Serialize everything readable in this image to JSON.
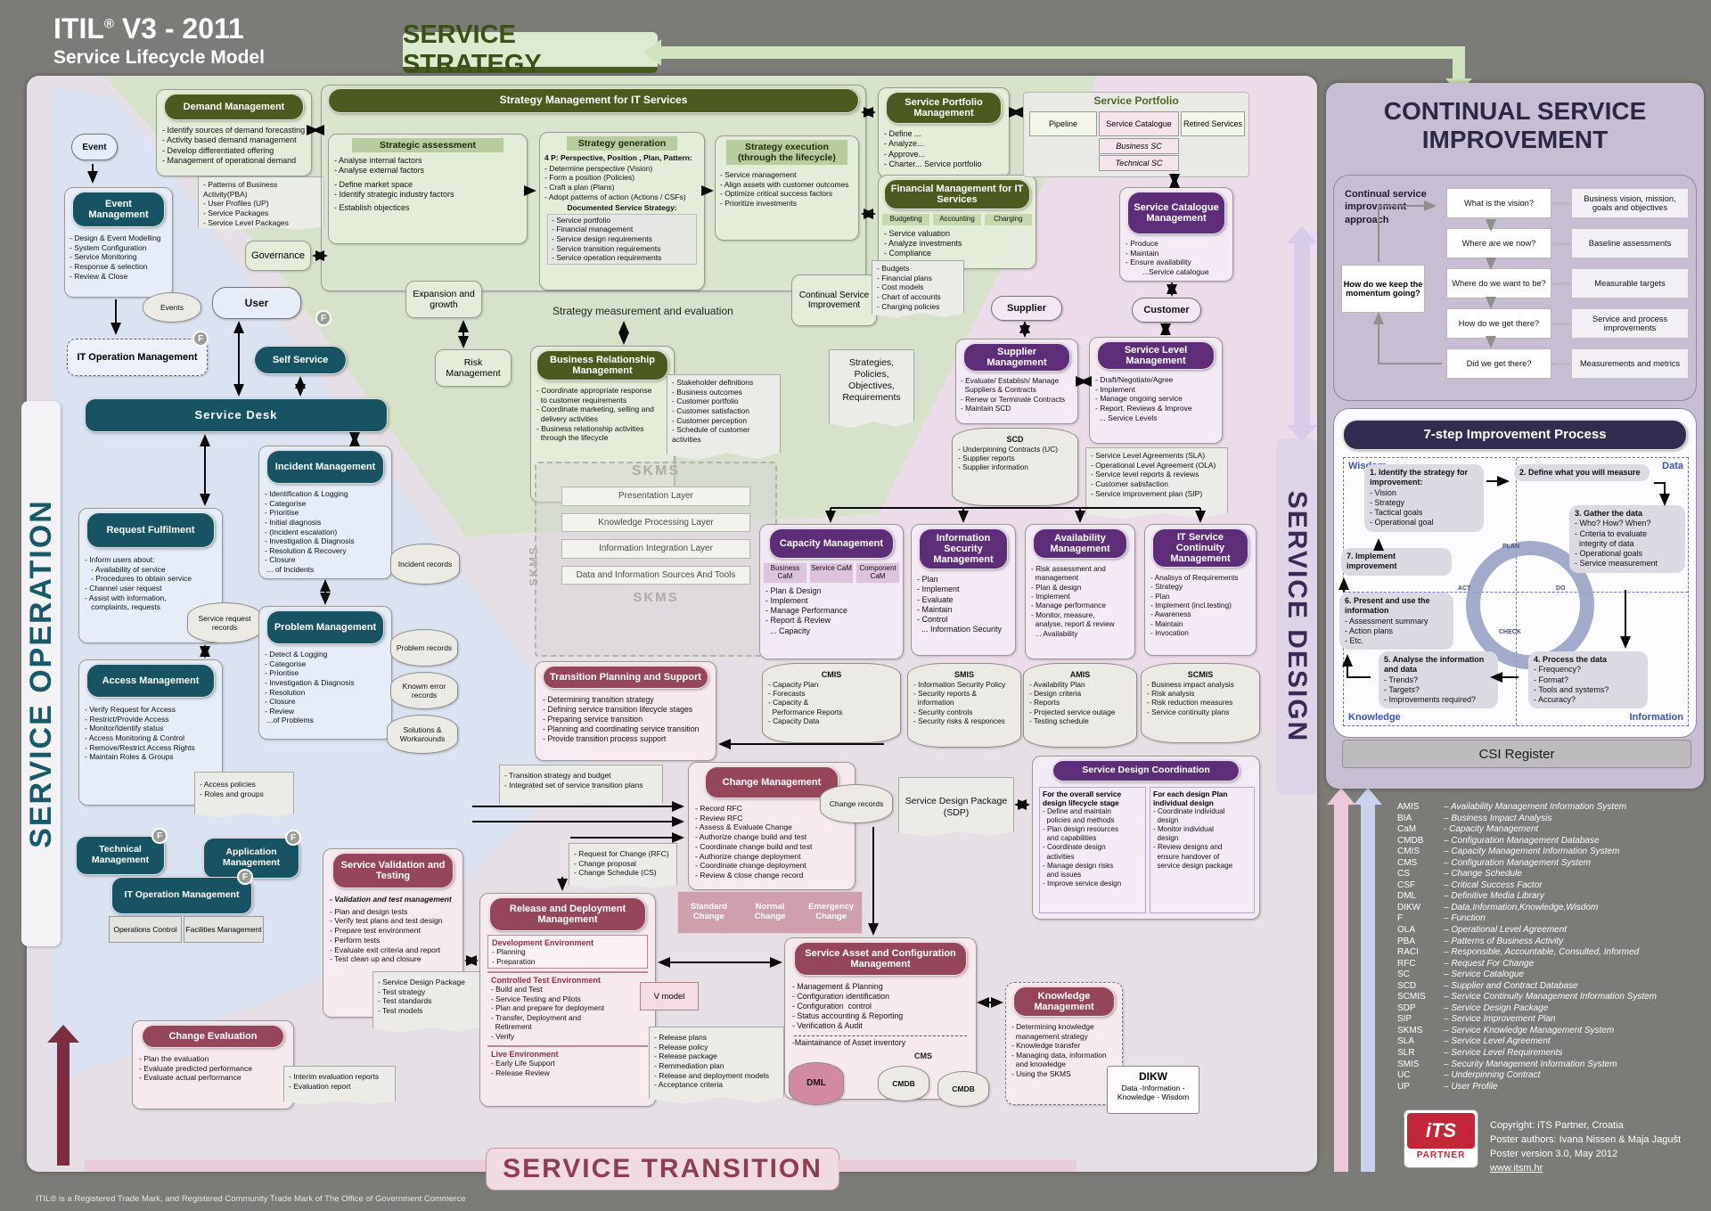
{
  "title": {
    "itil": "ITIL",
    "reg": "®",
    "rest": " V3 - 2011",
    "subtitle": "Service Lifecycle Model"
  },
  "banners": {
    "strategy": "SERVICE STRATEGY",
    "operation": "SERVICE OPERATION",
    "design": "SERVICE DESIGN",
    "transition": "SERVICE TRANSITION"
  },
  "strategy": {
    "demand": {
      "title": "Demand Management",
      "bullets": [
        "- Identify sources of demand forecasting",
        "- Activity based demand management",
        "- Develop differentiated offering",
        "- Management of operational demand"
      ],
      "note": [
        "- Patterns of Business Activity(PBA)",
        "- User Profiles (UP)",
        "- Service Packages",
        "- Service Level Packages"
      ]
    },
    "smits": {
      "title": "Strategy Management for IT Services",
      "assessment": {
        "title": "Strategic assessment",
        "bullets": [
          "- Analyse internal factors",
          "- Analyse external factors",
          "",
          "- Define market space",
          "- Identify strategic industry factors",
          "",
          "- Establish objectices"
        ]
      },
      "generation": {
        "title": "Strategy generation",
        "intro": "4 P: Perspective, Position , Plan, Pattern:",
        "bullets": [
          "- Determine perspective (Vision)",
          "- Form a position (Policies)",
          "- Craft a plan (Plans)",
          "- Adopt patterns of action (Actions / CSFs)"
        ],
        "docs_title": "Documented Service Strategy:",
        "docs": [
          "- Service portfolio",
          "- Financial management",
          "- Service design requirements",
          "- Service transition requirements",
          "- Service operation requirements"
        ]
      },
      "execution": {
        "title": "Strategy execution (through the lifecycle)",
        "bullets": [
          "- Service management",
          "- Align assets with customer outcomes",
          "- Optimize critical success factors",
          "- Prioritize investments"
        ]
      }
    },
    "governance": "Governance",
    "expansion": "Expansion and growth",
    "measurement": "Strategy measurement and evaluation",
    "risk": "Risk Management",
    "csi_small": "Continual Service Improvement",
    "spm": {
      "title": "Service Portfolio Management",
      "bullets": [
        "- Define ...",
        "- Analyze...",
        "- Approve...",
        "- Charter... Service portfolio"
      ]
    },
    "financial": {
      "title": "Financial Management for IT Services",
      "tabs": [
        "Budgeting",
        "Accounting",
        "Charging"
      ],
      "bullets": [
        "- Service valuation",
        "- Analyze investments",
        "- Compliance"
      ],
      "note": [
        "- Budgets",
        "- Financial plans",
        "- Cost models",
        "- Chart of accounts",
        "- Charging policies"
      ]
    },
    "portfolio": {
      "title": "Service Portfolio",
      "pipeline": "Pipeline",
      "catalogue": "Service Catalogue",
      "retired": "Retired Services",
      "business": "Business SC",
      "technical": "Technical SC"
    },
    "brm": {
      "title": "Business Relationship Management",
      "bullets": [
        "- Coordinate appropriate response",
        "  to customer requirements",
        "- Coordinate marketing, selling and",
        "  delivery activities",
        "- Business relationship activities",
        "  through the lifecycle"
      ],
      "note": [
        "- Stakeholder definitions",
        "- Business outcomes",
        "- Customer portfolio",
        "- Customer satisfaction",
        "- Customer perception",
        "- Schedule of customer activities"
      ]
    },
    "strategies_note": [
      "Strategies,",
      "Policies,",
      "Objectives,",
      "Requirements"
    ]
  },
  "operation": {
    "event": "Event",
    "event_mgmt": {
      "title": "Event Management",
      "bullets": [
        "- Design & Event Modelling",
        "- System Configuration",
        "- Service Monitoring",
        "- Response & selection",
        "- Review & Close"
      ]
    },
    "events_cyl": "Events",
    "user": "User",
    "itom_dashed": "IT Operation Management",
    "self_service": "Self Service",
    "service_desk": "Service Desk",
    "incident": {
      "title": "Incident Management",
      "bullets": [
        "- Identification & Logging",
        "- Categorise",
        "- Prioritise",
        "- Initial diagnosis",
        "- (Incident escalation)",
        "- Investigation & Diagnosis",
        "- Resolution & Recovery",
        "- Closure",
        " ... of Incidents"
      ]
    },
    "incident_records": "Incident records",
    "request": {
      "title": "Request Fulfilment",
      "bullets": [
        "- Inform users about:",
        "   - Availability of service",
        "   - Procedures to obtain service",
        "- Channel user request",
        "- Assist with information,",
        "   complaints, requests"
      ]
    },
    "sr_records": "Service request records",
    "problem": {
      "title": "Problem Management",
      "bullets": [
        "- Detect & Logging",
        "- Categorise",
        "- Prioritise",
        "- Investigation & Diagnosis",
        "- Resolution",
        "- Closure",
        "- Review",
        " ...of Problems"
      ]
    },
    "problem_records": "Problem records",
    "known_error": "Knowm error records",
    "solutions": "Solutions & Workarounds",
    "access": {
      "title": "Access Management",
      "bullets": [
        "- Verify Request for Access",
        "- Restrict/Provide Access",
        "- Monitor/Identify status",
        "- Access Monitoring & Control",
        "- Remove/Restrict Access Rights",
        "- Maintain Roles & Groups"
      ],
      "note": [
        "- Access policies",
        "- Roles and groups"
      ]
    },
    "technical": "Technical Management",
    "application": "Application Management",
    "itom": "IT Operation Management",
    "ops_control": "Operations Control",
    "facilities": "Facilities Management",
    "f_badge": "F"
  },
  "design": {
    "scm": {
      "title": "Service Catalogue Management",
      "bullets": [
        "- Produce",
        "- Maintain",
        "- Ensure availability",
        "        ...Service catalogue"
      ]
    },
    "supplier": "Supplier",
    "customer": "Customer",
    "supplier_mgmt": {
      "title": "Supplier Management",
      "bullets": [
        "- Evaluate/ Establish/ Manage",
        "  Suppliers & Contracts",
        "- Renew or Terminate Contracts",
        "- Maintain SCD"
      ]
    },
    "scd": {
      "title": "SCD",
      "bullets": [
        "- Underpinning Contracts (UC)",
        "- Supplier reports",
        "- Supplier information"
      ]
    },
    "slm": {
      "title": "Service Level Management",
      "bullets": [
        "- Draft/Negotiate/Agree",
        "- Implement",
        "- Manage ongoing service",
        "- Report, Reviews & Improve",
        "  ... Service Levels"
      ],
      "note": [
        "- Service Level Agreements (SLA)",
        "- Operational Level Agreement (OLA)",
        "- Service level reports & reviews",
        "- Customer satisfaction",
        "- Service improvement plan (SIP)"
      ]
    },
    "capacity": {
      "title": "Capacity Management",
      "tabs": [
        "Business CaM",
        "Service CaM",
        "Component CaM"
      ],
      "bullets": [
        "- Plan & Design",
        "- Implement",
        "- Manage Performance",
        "- Report & Review",
        "  ... Capacity"
      ]
    },
    "cmis": {
      "title": "CMIS",
      "bullets": [
        "- Capacity Plan",
        "- Forecasts",
        "- Capacity &",
        "  Performance Reports",
        "- Capacity Data"
      ]
    },
    "infosec": {
      "title": "Information Security Management",
      "bullets": [
        "- Plan",
        "- Implement",
        "- Evaluate",
        "- Maintain",
        "- Control",
        "  ... Information Security"
      ]
    },
    "smis": {
      "title": "SMIS",
      "bullets": [
        "- Information Security Policy",
        "- Security reports &",
        "  information",
        "- Security controls",
        "- Security risks & responces"
      ]
    },
    "availability": {
      "title": "Availability Management",
      "bullets": [
        "- Risk assessment and",
        "  management",
        "- Plan & design",
        "- Implement",
        "- Manage performance",
        "- Monitor, measure,",
        "  analyse, report & review",
        "  ... Availability"
      ]
    },
    "amis": {
      "title": "AMIS",
      "bullets": [
        "- Availability Plan",
        "- Design criteria",
        "- Reports",
        "- Projected service outage",
        "- Testing schedule"
      ]
    },
    "itscm": {
      "title": "IT Service Continuity Management",
      "bullets": [
        "- Analisys of Requirements",
        "- Strategy",
        "- Plan",
        "- Implement (incl.testing)",
        "- Awareness",
        "- Maintain",
        "- Invocation"
      ]
    },
    "scmis": {
      "title": "SCMIS",
      "bullets": [
        "- Business impact analysis",
        "- Risk analysis",
        "- Risk reduction measures",
        "- Service continuity plans"
      ]
    },
    "sdc": {
      "title": "Service Design Coordination",
      "col1_title": "For  the overall service design lifecycle stage",
      "col1": [
        "- Define and maintain",
        "  policies and methods",
        "- Plan design resources",
        "  and capabilities",
        "- Coordinate design",
        "  activities",
        "- Manage design risks",
        "  and issues",
        "- Improve service design"
      ],
      "col2_title": "For each design Plan individual design",
      "col2": [
        "- Coordinate individual",
        "  design",
        "- Monitor individual",
        "  design",
        "- Review designs and",
        "  ensure handover of",
        "  service design package"
      ]
    },
    "sdp": "Service Design Package (SDP)"
  },
  "skms": {
    "label": "SKMS",
    "layers": [
      "Presentation Layer",
      "Knowledge Processing Layer",
      "Information Integration Layer",
      "Data and Information Sources And Tools"
    ]
  },
  "transition": {
    "tps": {
      "title": "Transition Planning and Support",
      "bullets": [
        "- Determining transition strategy",
        "- Defining service transition lifecycle stages",
        "- Preparing service transition",
        "- Planning and coordinating service transition",
        "- Provide transition process support"
      ],
      "note": [
        "- Transition strategy and budget",
        "- Integrated set of service transition plans"
      ]
    },
    "change": {
      "title": "Change Management",
      "bullets": [
        "- Record RFC",
        "- Review RFC",
        "- Assess & Evaluate Change",
        "- Authorize change build and test",
        "- Coordinate change build and test",
        "- Authorize change deployment",
        "- Coordinate change deployment",
        "- Review & close change record"
      ],
      "types": [
        "Standard Change",
        "Normal Change",
        "Emergency Change"
      ],
      "records": "Change records",
      "note": [
        "- Request for Change (RFC)",
        "- Change proposal",
        "- Change Schedule (CS)"
      ]
    },
    "svt": {
      "title": "Service Validation and Testing",
      "intro": "- Validation and test management",
      "bullets": [
        "- Plan and design tests",
        "- Verify test plans and test design",
        "- Prepare test environment",
        "- Perform tests",
        "- Evaluate exit criteria and report",
        "- Test clean up and closure"
      ],
      "note": [
        "- Service Design Package",
        "- Test strategy",
        "- Test standards",
        "- Test models"
      ]
    },
    "rdm": {
      "title": "Release and Deployment Management",
      "dev_title": "Development Environment",
      "dev": [
        "- Planning",
        "- Preparation"
      ],
      "cte_title": "Controlled Test Environment",
      "cte": [
        "- Build and Test",
        "- Service Testing and Pilots",
        "- Plan and prepare for deployment",
        "- Transfer, Deployment and",
        "  Retirement",
        "- Verify"
      ],
      "live_title": "Live  Environment",
      "live": [
        "- Early Life Support",
        "- Release Review"
      ],
      "vmodel": "V model",
      "note": [
        "- Release plans",
        "- Release policy",
        "- Release package",
        "- Remmediation plan",
        "- Release and deployment models",
        "- Acceptance criteria"
      ]
    },
    "ce": {
      "title": "Change Evaluation",
      "bullets": [
        "- Plan the evaluation",
        "- Evaluate predicted performance",
        "- Evaluate actual performance"
      ],
      "note": [
        "- Interim evaluation reports",
        "- Evaluation report"
      ]
    },
    "sacm": {
      "title": "Service Asset and Configuration Management",
      "bullets": [
        "- Management & Planning",
        "- Configuration identification",
        "- Configuration  control",
        "- Status accounting & Reporting",
        "- Verification & Audit"
      ],
      "extra": "-Maintainance of Asset inventory",
      "dml": "DML",
      "cms": "CMS",
      "cmdb1": "CMDB",
      "cmdb2": "CMDB"
    },
    "km": {
      "title": "Knowledge Management",
      "bullets": [
        "- Determining knowledge",
        "  management strategy",
        "- Knowledge transfer",
        "- Managing data, information",
        "  and knowledge",
        "- Using the SKMS"
      ]
    },
    "dikw": {
      "title": "DIKW",
      "text": "Data -Information -Knowledge - Wisdom"
    }
  },
  "csi": {
    "title1": "CONTINUAL SERVICE",
    "title2": "IMPROVEMENT",
    "approach_label": "Continual service improvement approach",
    "momentum": "How do we keep the momentum going?",
    "rows": [
      {
        "q": "What is the vision?",
        "a": "Business vision, mission, goals and objectives"
      },
      {
        "q": "Where are we now?",
        "a": "Baseline assessments"
      },
      {
        "q": "Where do we want to be?",
        "a": "Measurable targets"
      },
      {
        "q": "How do we get there?",
        "a": "Service and process improvements"
      },
      {
        "q": "Did we get there?",
        "a": "Measurements and metrics"
      }
    ],
    "seven": {
      "title": "7-step Improvement Process",
      "quadrants": [
        "Wisdom",
        "Data",
        "Knowledge",
        "Information"
      ],
      "ring": [
        "PLAN",
        "DO",
        "CHECK",
        "ACT"
      ],
      "s1": {
        "head": "1. Identify the strategy for improvement:",
        "items": [
          "- Vision",
          "- Strategy",
          "- Tactical goals",
          "- Operational goal"
        ]
      },
      "s2": "2. Define what you will measure",
      "s3": {
        "head": "3. Gather the data",
        "items": [
          "- Who? How? When?",
          "- Criteria to evaluate",
          "  integrity of data",
          "- Operational goals",
          "- Service measurement"
        ]
      },
      "s4": {
        "head": "4. Process the data",
        "items": [
          "- Frequency?",
          "- Format?",
          "- Tools and systems?",
          "- Accuracy?"
        ]
      },
      "s5": {
        "head": "5. Analyse the information and data",
        "items": [
          "- Trends?",
          "- Targets?",
          "- Improvements required?"
        ]
      },
      "s6": {
        "head": "6. Present and use the information",
        "items": [
          "- Assessment summary",
          "- Action plans",
          "- Etc."
        ]
      },
      "s7": "7. Implement improvement"
    },
    "register": "CSI Register"
  },
  "abbreviations": [
    {
      "k": "AMIS",
      "v": "–  Availability Management Information System"
    },
    {
      "k": "BIA",
      "v": "–  Business Impact Analysis"
    },
    {
      "k": "CaM",
      "v": "-  Capacity Management"
    },
    {
      "k": "CMDB",
      "v": "–  Configuration Management Database"
    },
    {
      "k": "CMIS",
      "v": "–  Capacity Management Information System"
    },
    {
      "k": "CMS",
      "v": "–  Configuration Management System"
    },
    {
      "k": "CS",
      "v": "–  Change Schedule"
    },
    {
      "k": "CSF",
      "v": "–  Critical Success Factor"
    },
    {
      "k": "DML",
      "v": "–  Definitive Media Library"
    },
    {
      "k": "DIKW",
      "v": "–  Data,Information,Knowledge,Wisdom"
    },
    {
      "k": "F",
      "v": "–  Function"
    },
    {
      "k": "OLA",
      "v": "–  Operational Level Agreement"
    },
    {
      "k": "PBA",
      "v": "–  Patterns of Business Activity"
    },
    {
      "k": "RACI",
      "v": "–  Responsible, Accountable, Consulted, Informed"
    },
    {
      "k": "RFC",
      "v": "–  Request For Change"
    },
    {
      "k": "SC",
      "v": "–  Service Catalogue"
    },
    {
      "k": "SCD",
      "v": "–  Supplier  and Contract Database"
    },
    {
      "k": "SCMIS",
      "v": "–  Service Continuity Management Information System"
    },
    {
      "k": "SDP",
      "v": "–  Service Design Package"
    },
    {
      "k": "SIP",
      "v": "–  Service Improvement Plan"
    },
    {
      "k": "SKMS",
      "v": "–  Service Knowledge Management System"
    },
    {
      "k": "SLA",
      "v": "–  Service Level Agreement"
    },
    {
      "k": "SLR",
      "v": "–  Service Level Requirements"
    },
    {
      "k": "SMIS",
      "v": "–  Security Management Information System"
    },
    {
      "k": "UC",
      "v": "–  Underpinning Contract"
    },
    {
      "k": "UP",
      "v": "–  User Profile"
    }
  ],
  "footer": {
    "trademark": "ITIL®  is a Registered Trade Mark, and Registered Community Trade Mark of The Office of Government Commerce",
    "logo_top": "iTS",
    "logo_bottom": "PARTNER",
    "copy1": "Copyright: iTS Partner, Croatia",
    "copy2": "Poster authors: Ivana Nissen & Maja Jagušt",
    "copy3": "Poster version 3.0, May 2012",
    "copy4": "www.itsm.hr"
  }
}
